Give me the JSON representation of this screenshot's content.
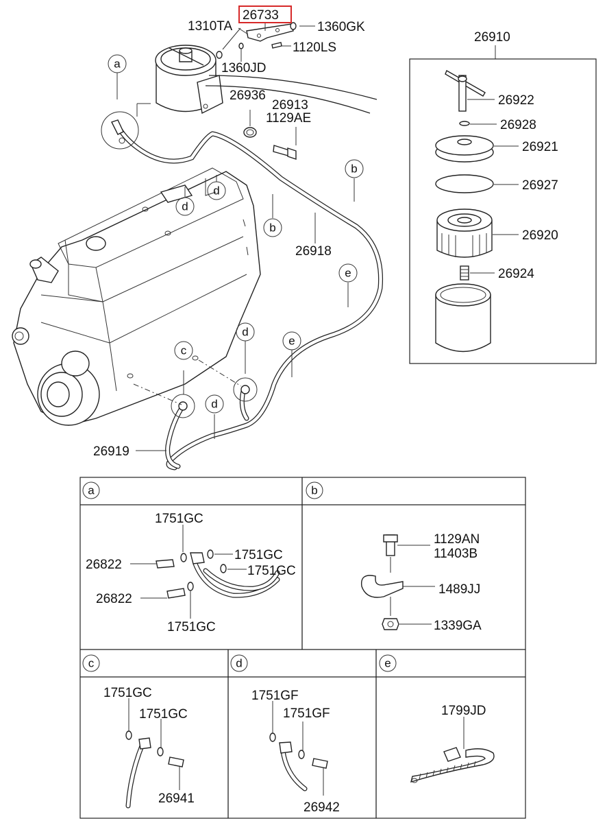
{
  "diagram": {
    "highlight_color": "#d62828",
    "main_labels": {
      "p26733": "26733",
      "p1310TA": "1310TA",
      "p1360GK": "1360GK",
      "p1120LS": "1120LS",
      "p1360JD": "1360JD",
      "p26936": "26936",
      "p26913": "26913",
      "p1129AE": "1129AE",
      "p26918": "26918",
      "p26919": "26919",
      "p26910": "26910",
      "p26922": "26922",
      "p26928": "26928",
      "p26921": "26921",
      "p26927": "26927",
      "p26920": "26920",
      "p26924": "26924"
    },
    "callouts": {
      "a": "a",
      "b": "b",
      "c": "c",
      "d": "d",
      "e": "e"
    },
    "detail_a": {
      "header": "a",
      "labels": [
        "1751GC",
        "1751GC",
        "1751GC",
        "26822",
        "26822",
        "1751GC"
      ]
    },
    "detail_b": {
      "header": "b",
      "labels": [
        "1129AN",
        "11403B",
        "1489JJ",
        "1339GA"
      ]
    },
    "detail_c": {
      "header": "c",
      "labels": [
        "1751GC",
        "1751GC",
        "26941"
      ]
    },
    "detail_d": {
      "header": "d",
      "labels": [
        "1751GF",
        "1751GF",
        "26942"
      ]
    },
    "detail_e": {
      "header": "e",
      "labels": [
        "1799JD"
      ]
    }
  }
}
